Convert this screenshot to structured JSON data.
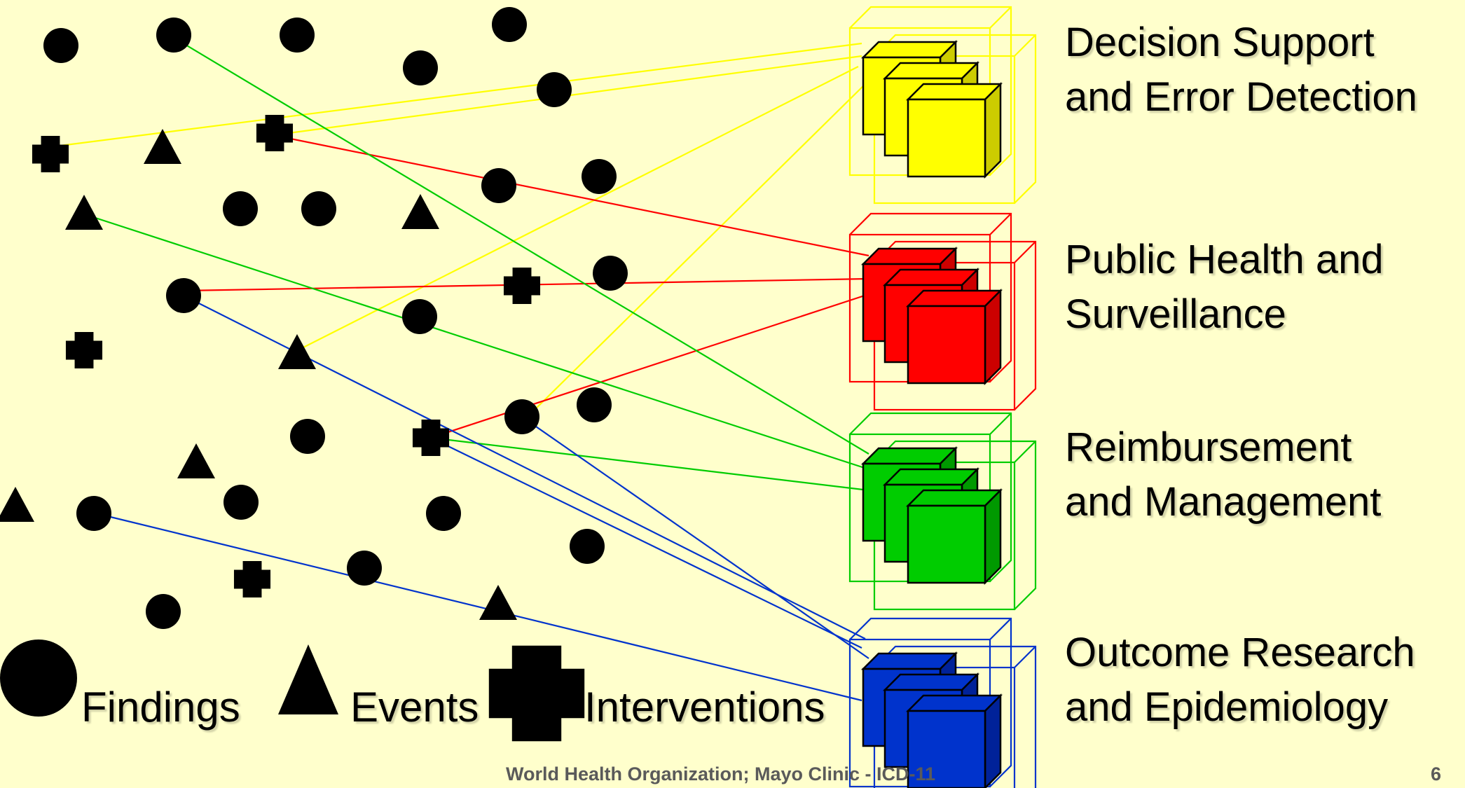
{
  "categories": [
    {
      "key": "decision",
      "line1": "Decision Support",
      "line2": "and Error Detection",
      "color": "#ffff00",
      "side": "#cccc00",
      "stroke": "#ffff00"
    },
    {
      "key": "public",
      "line1": "Public Health and",
      "line2": "Surveillance",
      "color": "#ff0000",
      "side": "#cc0000",
      "stroke": "#ff0000"
    },
    {
      "key": "reimb",
      "line1": "Reimbursement",
      "line2": "and Management",
      "color": "#00cc00",
      "side": "#009900",
      "stroke": "#00cc00"
    },
    {
      "key": "outcome",
      "line1": "Outcome Research",
      "line2": "and Epidemiology",
      "color": "#0033cc",
      "side": "#002299",
      "stroke": "#0033cc"
    }
  ],
  "legend": {
    "findings": "Findings",
    "events": "Events",
    "interventions": "Interventions"
  },
  "footer": "World Health Organization; Mayo Clinic - ICD-11",
  "page_number": "6"
}
